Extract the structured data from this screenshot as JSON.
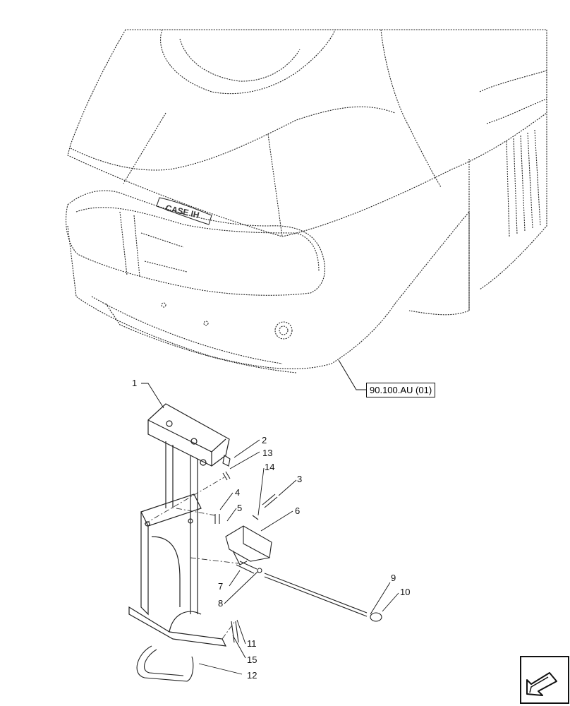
{
  "diagram": {
    "brand_badge": "CASE IH",
    "reference": "90.100.AU (01)",
    "callouts": [
      {
        "id": "1",
        "label": "1"
      },
      {
        "id": "2",
        "label": "2"
      },
      {
        "id": "3",
        "label": "3"
      },
      {
        "id": "4",
        "label": "4"
      },
      {
        "id": "5",
        "label": "5"
      },
      {
        "id": "6",
        "label": "6"
      },
      {
        "id": "7",
        "label": "7"
      },
      {
        "id": "8",
        "label": "8"
      },
      {
        "id": "9",
        "label": "9"
      },
      {
        "id": "10",
        "label": "10"
      },
      {
        "id": "11",
        "label": "11"
      },
      {
        "id": "12",
        "label": "12"
      },
      {
        "id": "13",
        "label": "13"
      },
      {
        "id": "14",
        "label": "14"
      },
      {
        "id": "15",
        "label": "15"
      }
    ],
    "nav_icon": "next-page-arrow-icon"
  }
}
